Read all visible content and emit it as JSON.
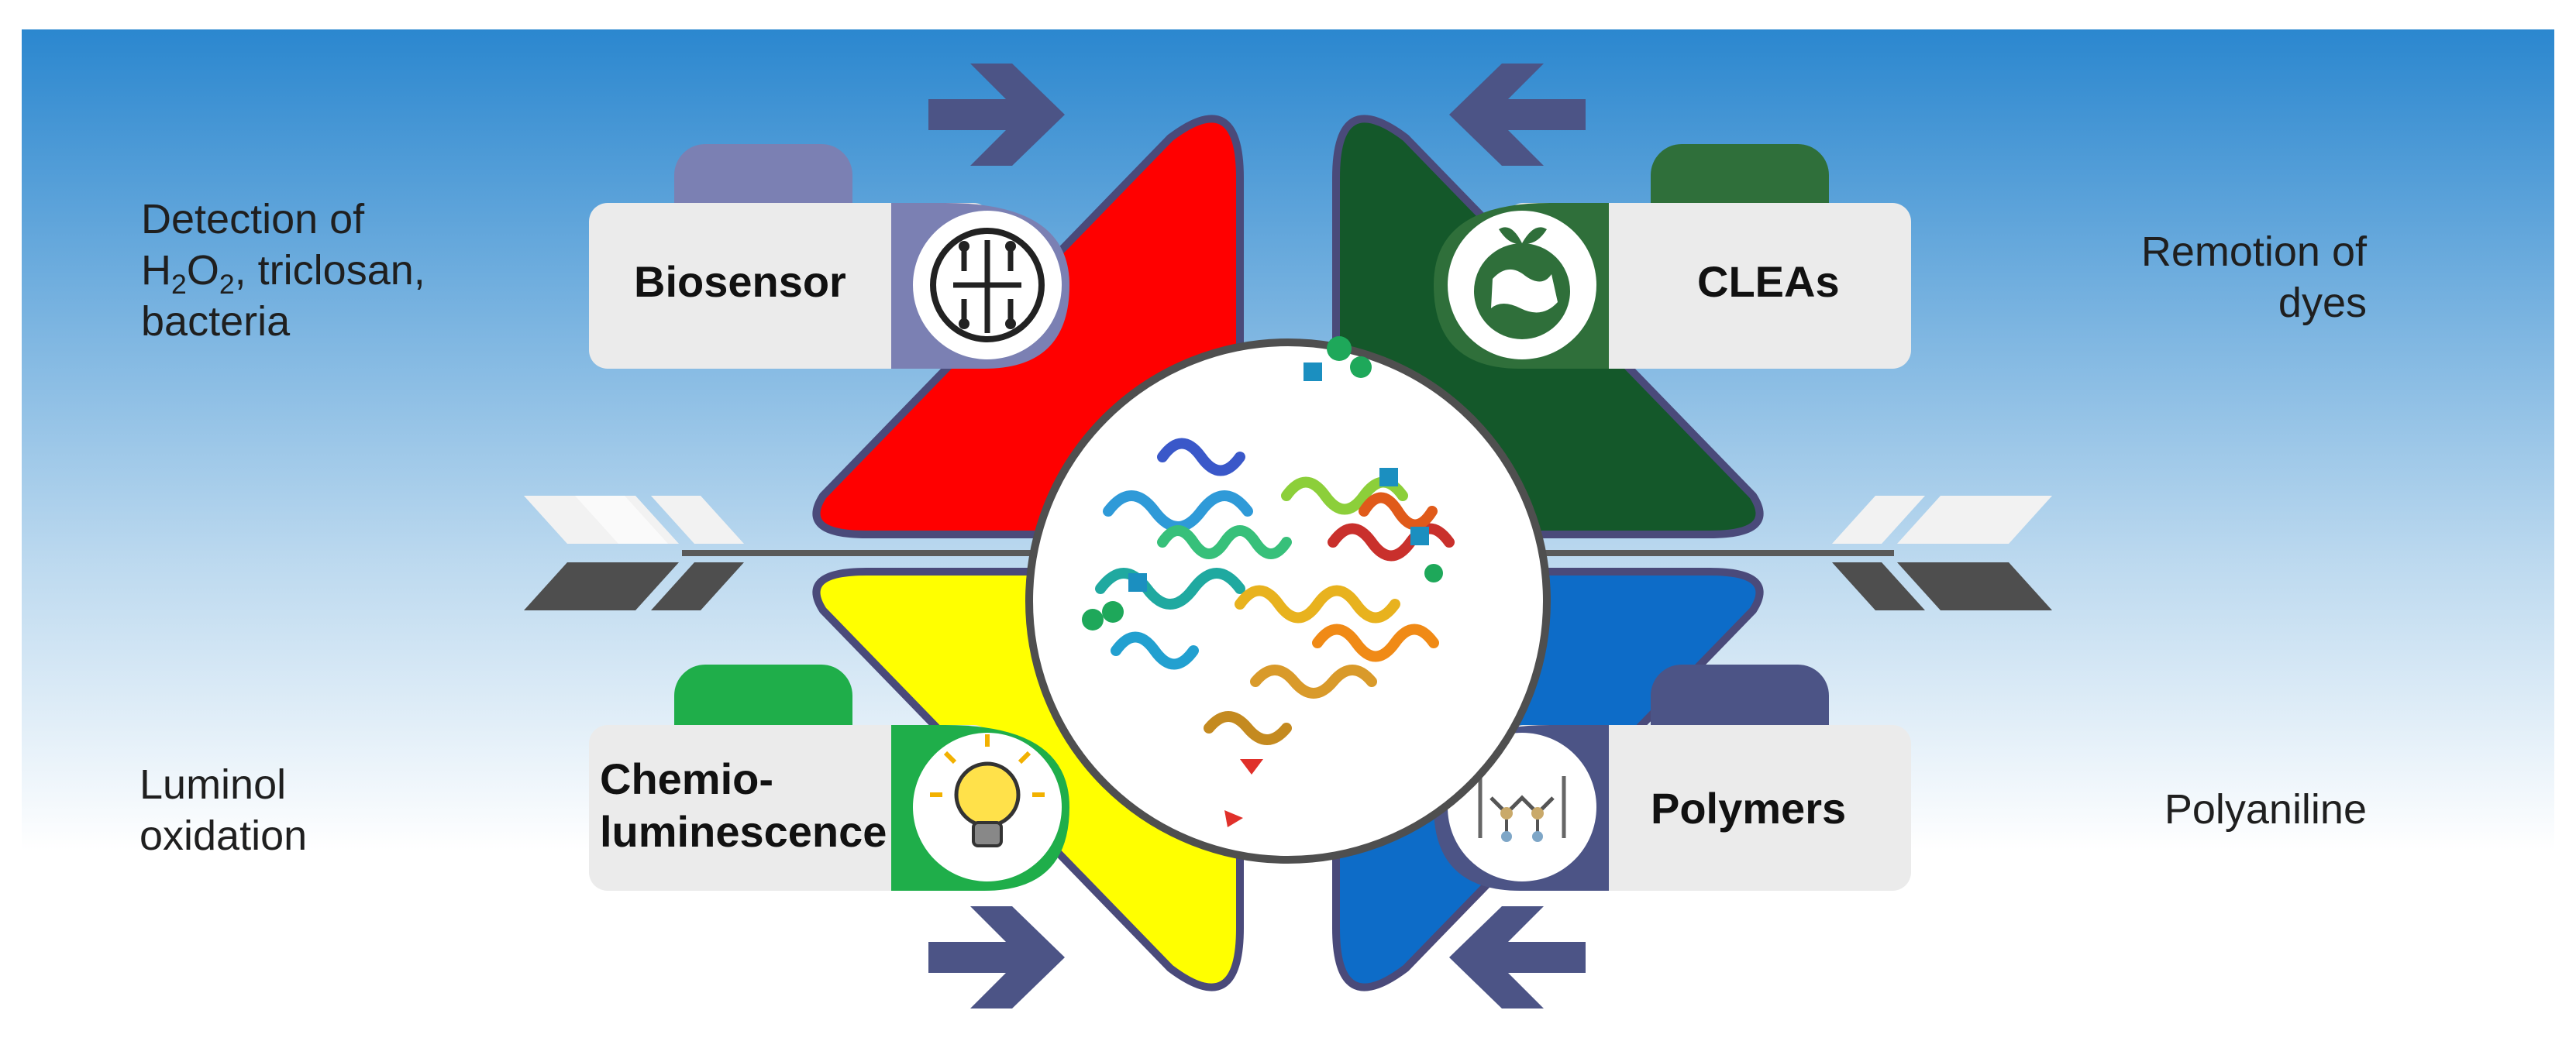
{
  "colors": {
    "background_top": "#2b87cf",
    "background_bottom": "#ffffff",
    "petal_red": "#ff0000",
    "petal_green": "#14582a",
    "petal_yellow": "#ffff00",
    "petal_blue": "#0d6cc8",
    "petal_border": "#4a4a7a",
    "arrow": "#4c5486",
    "card_fill": "#ebebeb"
  },
  "quadrants": {
    "top_left": {
      "card_label": "Biosensor",
      "description_lines": [
        "Detection of",
        "H2O2, triclosan,",
        "bacteria"
      ],
      "icon": "circuit-chip-icon",
      "accent": "#7b80b3"
    },
    "top_right": {
      "card_label": "CLEAs",
      "description_lines": [
        "Remotion of",
        "dyes"
      ],
      "icon": "earth-plant-icon",
      "accent": "#2f6f3a"
    },
    "bottom_left": {
      "card_label_lines": [
        "Chemio-",
        "luminescence"
      ],
      "description_lines": [
        "Luminol",
        "oxidation"
      ],
      "icon": "light-bulb-icon",
      "accent": "#1fae4a"
    },
    "bottom_right": {
      "card_label": "Polymers",
      "description_lines": [
        "Polyaniline"
      ],
      "icon": "polymer-chain-icon",
      "accent": "#4c5486"
    }
  },
  "center": {
    "image": "enzyme-protein-structure"
  }
}
